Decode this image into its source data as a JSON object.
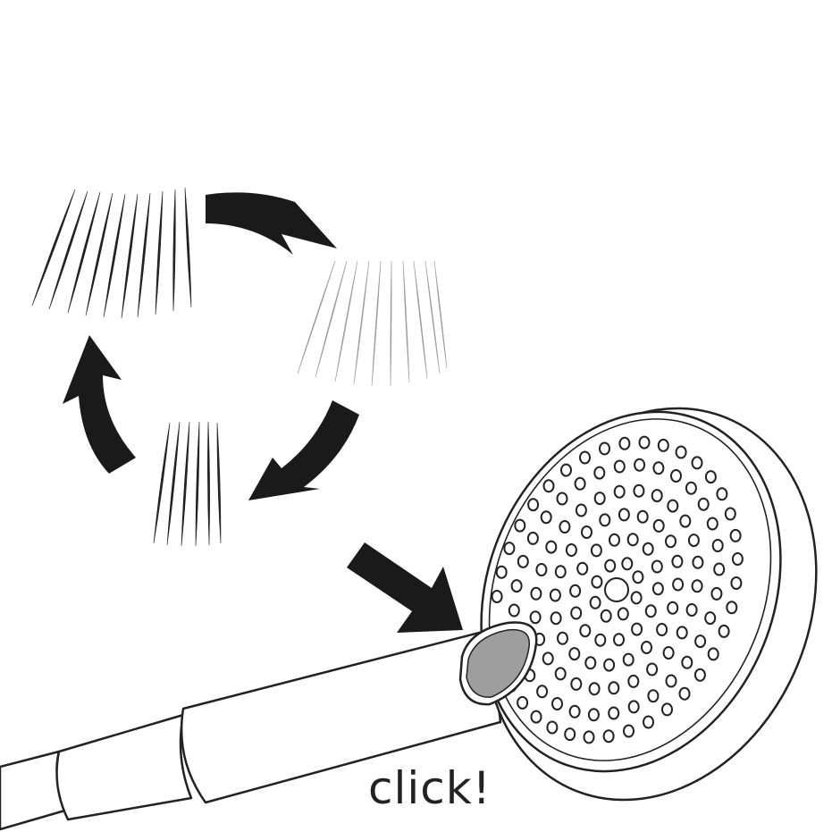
{
  "illustration": {
    "label": "click!",
    "spray_modes": [
      "wide-spray",
      "soft-spray",
      "focused-spray"
    ],
    "colors": {
      "ink": "#222222",
      "arrow": "#1a1a1a",
      "faint_spray": "#9a9a9a",
      "button": "#9e9e9e",
      "background": "#ffffff"
    }
  }
}
